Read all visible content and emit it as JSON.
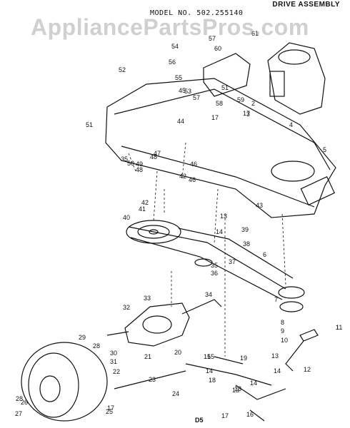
{
  "header": {
    "title": "DRIVE ASSEMBLY",
    "model": "MODEL NO. 502.255140"
  },
  "watermark": "AppliancePartsPros.com",
  "footer_code": "D5",
  "callouts": [
    "1",
    "2",
    "3",
    "4",
    "5",
    "6",
    "7",
    "8",
    "9",
    "10",
    "11",
    "12",
    "13",
    "13",
    "13",
    "13",
    "14",
    "14",
    "14",
    "14",
    "15",
    "15",
    "16",
    "17",
    "17",
    "17",
    "17",
    "18",
    "19",
    "20",
    "21",
    "22",
    "23",
    "24",
    "25",
    "26",
    "27",
    "28",
    "28",
    "29",
    "30",
    "31",
    "32",
    "33",
    "34",
    "35",
    "35",
    "36",
    "37",
    "38",
    "39",
    "40",
    "41",
    "42",
    "42",
    "43",
    "44",
    "45",
    "46",
    "46",
    "47",
    "48",
    "48",
    "49",
    "50",
    "51",
    "51",
    "52",
    "53",
    "54",
    "55",
    "56",
    "57",
    "57",
    "58",
    "59",
    "60",
    "61"
  ],
  "colors": {
    "line": "#111111",
    "background": "#ffffff",
    "watermark": "#969696"
  }
}
